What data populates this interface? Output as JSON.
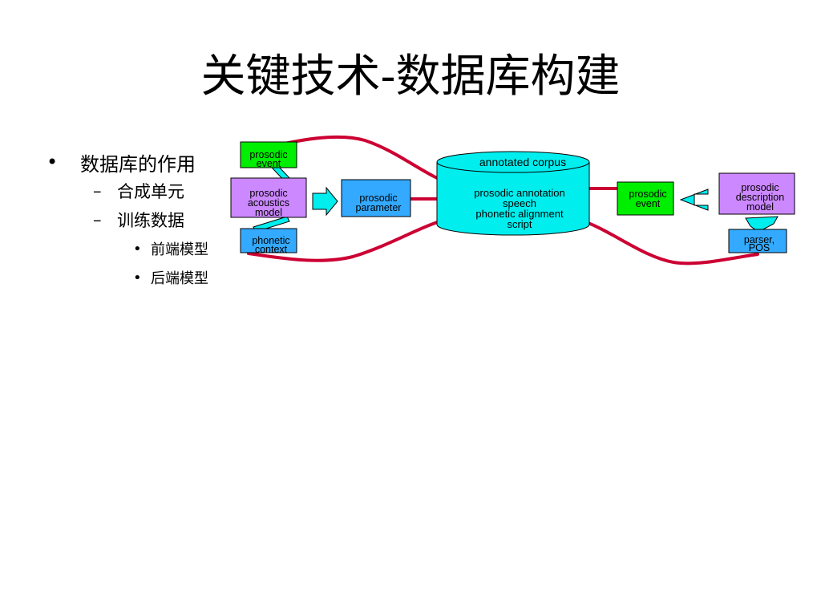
{
  "title": "关键技术-数据库构建",
  "bullets": {
    "item1": {
      "marker": "•",
      "text": "数据库的作用"
    },
    "sub1": {
      "marker": "–",
      "text": "合成单元"
    },
    "sub2": {
      "marker": "–",
      "text": "训练数据"
    },
    "subsub1": {
      "marker": "•",
      "text": "前端模型"
    },
    "subsub2": {
      "marker": "•",
      "text": "后端模型"
    }
  },
  "diagram": {
    "colors": {
      "green": "#00ee00",
      "purple": "#cc88ff",
      "blue": "#33aaff",
      "cyan": "#00eeee",
      "link": "#cc0033"
    },
    "boxes": {
      "prosodic_event_left": [
        "prosodic",
        "event"
      ],
      "prosodic_acoustics_model": [
        "prosodic",
        "acoustics",
        "model"
      ],
      "phonetic_context": [
        "phonetic",
        "context"
      ],
      "prosodic_parameter": [
        "prosodic",
        "parameter"
      ],
      "prosodic_event_right": [
        "prosodic",
        "event"
      ],
      "prosodic_description_model": [
        "prosodic",
        "description",
        "model"
      ],
      "parser_pos": [
        "parser,",
        "POS"
      ]
    },
    "corpus": {
      "title": "annotated corpus",
      "lines": [
        "prosodic annotation",
        "speech",
        "phonetic alignment",
        "script"
      ]
    }
  }
}
